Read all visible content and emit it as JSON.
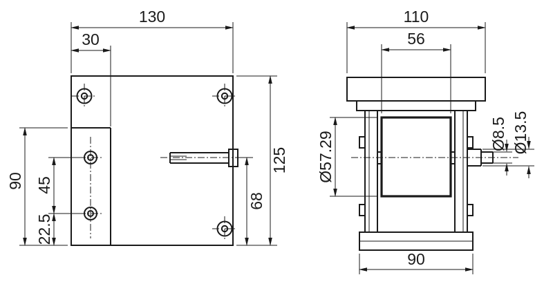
{
  "front": {
    "dims": {
      "total_width": "130",
      "step_width": "30",
      "total_height": "125",
      "shaft_height": "68",
      "step_height": "90",
      "hole_spacing": "45",
      "hole_offset": "22.5"
    }
  },
  "side": {
    "dims": {
      "total_width": "110",
      "roller_width": "56",
      "roller_diameter": "Ø57.29",
      "shaft_small_diameter": "Ø8.5",
      "shaft_large_diameter": "Ø13.5",
      "base_width": "90"
    }
  },
  "colors": {
    "line": "#1a1a1a",
    "background": "#ffffff"
  }
}
